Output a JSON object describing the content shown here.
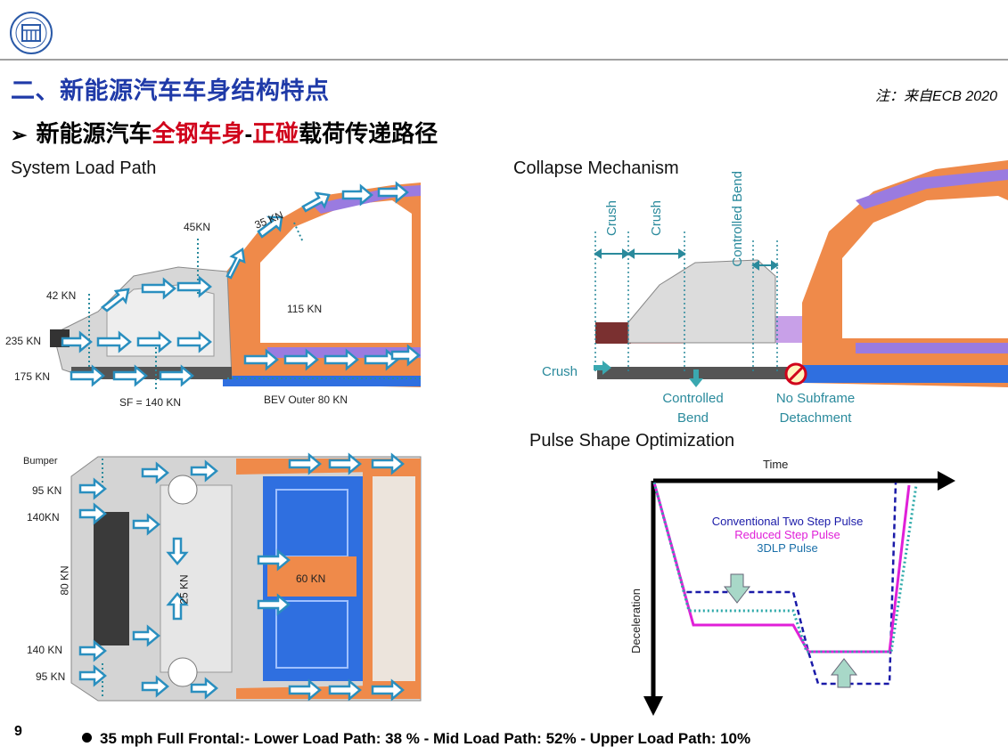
{
  "header": {
    "title": "二、新能源汽车车身结构特点",
    "note": "注：来自ECB 2020",
    "subtitle_parts": [
      "新能源汽车",
      "全钢车身",
      "-",
      "正碰",
      "载荷传递路径"
    ]
  },
  "system_load_path": {
    "title": "System Load Path",
    "labels": {
      "l45": "45KN",
      "l35": "35 KN",
      "l42": "42 KN",
      "l115": "115 KN",
      "l235": "235 KN",
      "l175": "175 KN",
      "sf": "SF = 140 KN",
      "bev": "BEV Outer 80 KN"
    }
  },
  "top_view": {
    "labels": {
      "bumper": "Bumper",
      "l95a": "95 KN",
      "l140a": "140KN",
      "l80": "80 KN",
      "l25": "25 KN",
      "l60": "60 KN",
      "l140b": "140 KN",
      "l95b": "95 KN"
    }
  },
  "collapse": {
    "title": "Collapse Mechanism",
    "crush1": "Crush",
    "crush2": "Crush",
    "controlled_bend_top": "Controlled Bend",
    "crush_side": "Crush",
    "controlled_bend_bottom": "Controlled Bend",
    "no_subframe": "No Subframe Detachment"
  },
  "pulse": {
    "title": "Pulse Shape Optimization",
    "time": "Time",
    "deceleration": "Deceleration",
    "legend": [
      {
        "text": "Conventional Two Step Pulse",
        "color": "#1a1aa8"
      },
      {
        "text": "Reduced Step Pulse",
        "color": "#e020d8"
      },
      {
        "text": "3DLP Pulse",
        "color": "#1a6fa8"
      }
    ]
  },
  "footer": {
    "page": "9",
    "text": "35 mph Full Frontal:- Lower Load Path: 38 %  - Mid Load Path: 52%  - Upper Load Path: 10%"
  },
  "colors": {
    "title_blue": "#1f3aa8",
    "accent_red": "#d0021b",
    "teal": "#2a8a9c",
    "body_orange": "#ef8a4a",
    "battery_blue": "#2f6fe0"
  }
}
